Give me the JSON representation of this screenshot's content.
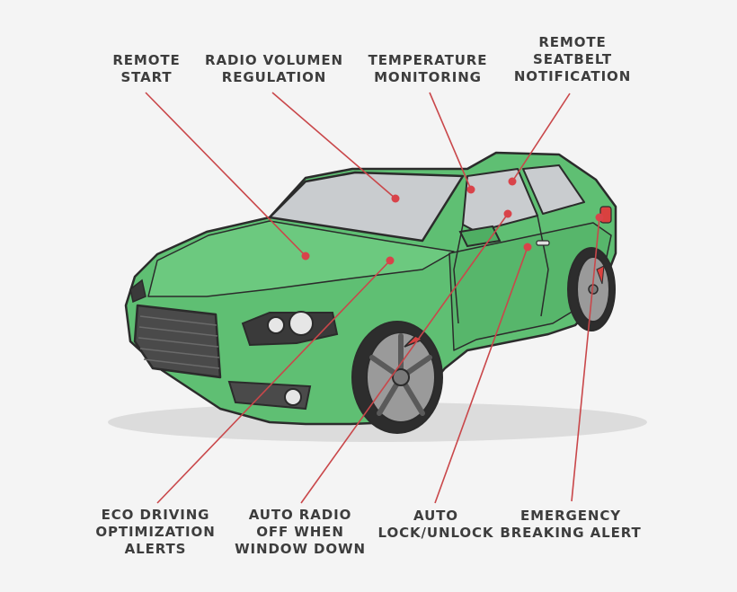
{
  "callouts": [
    {
      "id": "remote-start",
      "lines": [
        "REMOTE",
        "START"
      ]
    },
    {
      "id": "radio-volume-regulation",
      "lines": [
        "RADIO VOLUMEN",
        "REGULATION"
      ]
    },
    {
      "id": "temperature-monitoring",
      "lines": [
        "TEMPERATURE",
        "MONITORING"
      ]
    },
    {
      "id": "remote-seatbelt-notification",
      "lines": [
        "REMOTE",
        "SEATBELT",
        "NOTIFICATION"
      ]
    },
    {
      "id": "eco-driving-optimization-alerts",
      "lines": [
        "ECO DRIVING",
        "OPTIMIZATION",
        "ALERTS"
      ]
    },
    {
      "id": "auto-radio-off-when-window-down",
      "lines": [
        "AUTO RADIO",
        "OFF WHEN",
        "WINDOW DOWN"
      ]
    },
    {
      "id": "auto-lock-unlock",
      "lines": [
        "AUTO",
        "LOCK/UNLOCK"
      ]
    },
    {
      "id": "emergency-breaking-alert",
      "lines": [
        "EMERGENCY",
        "BREAKING ALERT"
      ]
    }
  ],
  "colors": {
    "background": "#f4f4f4",
    "car_body": "#5fbf73",
    "car_outline": "#2b2b2b",
    "glass": "#c9cccf",
    "wheel": "#8a8a8a",
    "brake_caliper": "#d9413f",
    "callout_line": "#c9474a",
    "callout_dot": "#d9434a",
    "label_text": "#3d3d3d"
  }
}
